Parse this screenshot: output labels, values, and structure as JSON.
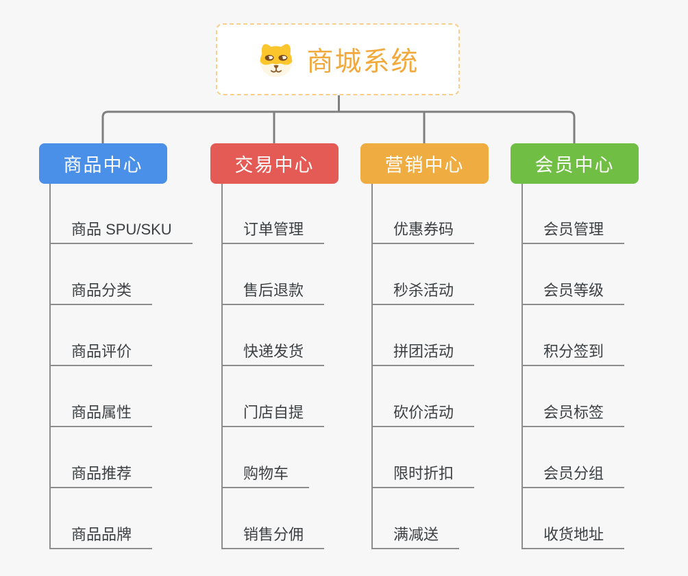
{
  "page": {
    "background": "#f7f7f7"
  },
  "root": {
    "title": "商城系统",
    "icon": "shiba-dog-face-icon",
    "text_color": "#f2a93c",
    "border_color": "#f8cd8d",
    "background": "#ffffff"
  },
  "connectors": {
    "tree_line_color": "#7f7f7f",
    "trunk_line_color": "#8c8c8c",
    "underline_color": "#8c8c8c"
  },
  "branches": [
    {
      "label": "商品中心",
      "color": "#4a90e8",
      "items": [
        "商品 SPU/SKU",
        "商品分类",
        "商品评价",
        "商品属性",
        "商品推荐",
        "商品品牌"
      ]
    },
    {
      "label": "交易中心",
      "color": "#e45b55",
      "items": [
        "订单管理",
        "售后退款",
        "快递发货",
        "门店自提",
        "购物车",
        "销售分佣"
      ]
    },
    {
      "label": "营销中心",
      "color": "#efad41",
      "items": [
        "优惠券码",
        "秒杀活动",
        "拼团活动",
        "砍价活动",
        "限时折扣",
        "满减送"
      ]
    },
    {
      "label": "会员中心",
      "color": "#70be44",
      "items": [
        "会员管理",
        "会员等级",
        "积分签到",
        "会员标签",
        "会员分组",
        "收货地址"
      ]
    }
  ]
}
